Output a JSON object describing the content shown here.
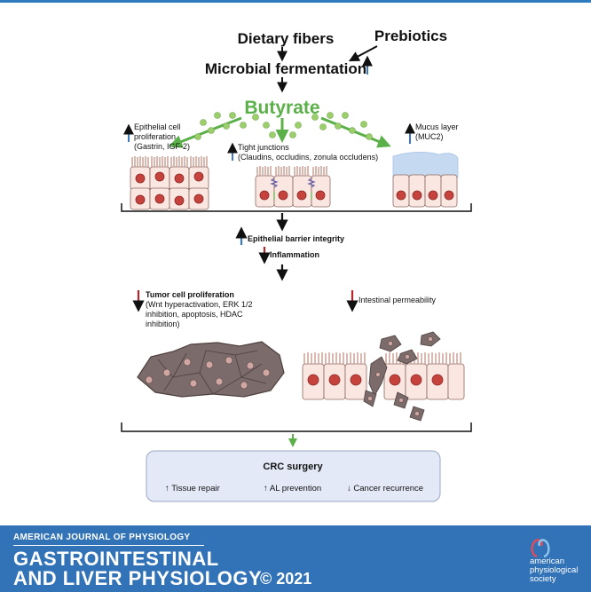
{
  "diagram": {
    "dietary_fibers": "Dietary fibers",
    "prebiotics": "Prebiotics",
    "microbial_fermentation": "Microbial fermentation",
    "butyrate": "Butyrate",
    "epithelial_prolif_1": "Epithelial cell",
    "epithelial_prolif_2": "proliferation",
    "epithelial_prolif_3": "(Gastrin, IGF-2)",
    "tight_junctions_1": "Tight junctions",
    "tight_junctions_2": "(Claudins, occludins, zonula occludens)",
    "mucus_1": "Mucus layer",
    "mucus_2": "(MUC2)",
    "barrier_integrity": "Epithelial barrier integrity",
    "inflammation": "Inflammation",
    "tumor_1": "Tumor cell proliferation",
    "tumor_2": "(Wnt hyperactivation, ERK 1/2",
    "tumor_3": "inhibition, apoptosis, HDAC",
    "tumor_4": "inhibition)",
    "permeability": "Intestinal permeability",
    "crc_title": "CRC surgery",
    "crc_item_1": "↑ Tissue repair",
    "crc_item_2": "↑ AL prevention",
    "crc_item_3": "↓ Cancer recurrence"
  },
  "colors": {
    "green": "#5cb04a",
    "up_arrow": "#3d78c4",
    "down_arrow": "#b4262c",
    "cell_fill": "#fbe7e1",
    "nucleus": "#c6423d",
    "mucus": "#c5daf0",
    "tumor": "#7b6b6a",
    "crc_box": "#e3e9f6",
    "footer": "#3273b8"
  },
  "footer": {
    "journal_small": "AMERICAN JOURNAL OF PHYSIOLOGY",
    "journal_line1": "GASTROINTESTINAL",
    "journal_line2": "AND LIVER PHYSIOLOGY",
    "copyright": "© 2021",
    "society_1": "american",
    "society_2": "physiological",
    "society_3": "society"
  }
}
